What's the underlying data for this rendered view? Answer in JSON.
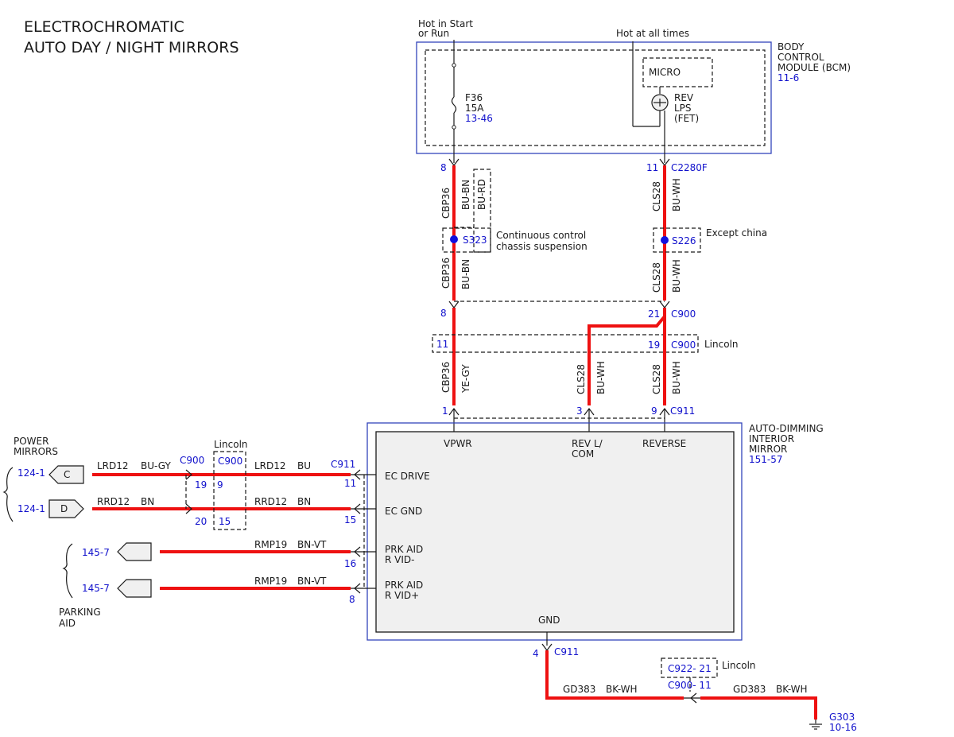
{
  "title": {
    "line1": "ELECTROCHROMATIC",
    "line2": "AUTO DAY / NIGHT MIRRORS"
  },
  "power": {
    "hot_start_run_1": "Hot in Start",
    "hot_start_run_2": "or Run",
    "hot_all_times": "Hot at all times"
  },
  "bcm": {
    "l1": "BODY",
    "l2": "CONTROL",
    "l3": "MODULE (BCM)",
    "ref": "11-6",
    "fuse_name": "F36",
    "fuse_amp": "15A",
    "fuse_ref": "13-46",
    "micro": "MICRO",
    "rev1": "REV",
    "rev2": "LPS",
    "rev3": "(FET)"
  },
  "left_circuit": {
    "pin_bcm": "8",
    "circuit": "CBP36",
    "color_bn": "BU-BN",
    "color_rd": "BU-RD",
    "splice": "S323",
    "splice_note_1": "Continuous control",
    "splice_note_2": "chassis suspension",
    "pin_c900": "8",
    "pin_lincoln": "11",
    "color_gy": "YE-GY",
    "pin_mirror": "1"
  },
  "right_circuit": {
    "pin_bcm": "11",
    "connector_bcm": "C2280F",
    "circuit": "CLS28",
    "color": "BU-WH",
    "splice": "S226",
    "splice_note": "Except china",
    "pin_c900": "21",
    "connector_c900": "C900",
    "pin_lincoln": "19",
    "connector_lincoln": "C900",
    "lincoln_note": "Lincoln",
    "pin_mirror": "9",
    "connector_mirror": "C911"
  },
  "middle_circuit": {
    "circuit": "CLS28",
    "color": "BU-WH",
    "pin_mirror": "3"
  },
  "mirror": {
    "l1": "AUTO-DIMMING",
    "l2": "INTERIOR",
    "l3": "MIRROR",
    "ref": "151-57",
    "vpwr": "VPWR",
    "revl_1": "REV L/",
    "revl_2": "COM",
    "reverse": "REVERSE",
    "ec_drive": "EC DRIVE",
    "ec_gnd": "EC GND",
    "prk1_1": "PRK AID",
    "prk1_2": "R VID-",
    "prk2_1": "PRK AID",
    "prk2_2": "R VID+",
    "gnd": "GND"
  },
  "power_mirrors": {
    "title_1": "POWER",
    "title_2": "MIRRORS",
    "ref_c": "124-1",
    "letter_c": "C",
    "ref_d": "124-1",
    "letter_d": "D",
    "c900": "C900",
    "c900_lincoln": "C900",
    "lincoln": "Lincoln",
    "c911": "C911",
    "w1_circuit": "LRD12",
    "w1_color": "BU-GY",
    "w1b_circuit": "LRD12",
    "w1b_color": "BU",
    "w2_circuit": "RRD12",
    "w2_color": "BN",
    "w2b_circuit": "RRD12",
    "w2b_color": "BN",
    "w1_pin_c900": "19",
    "w1_pin_lincoln": "9",
    "w1_pin_c911": "11",
    "w2_pin_c900": "20",
    "w2_pin_lincoln": "15",
    "w2_pin_c911": "15"
  },
  "parking_aid": {
    "title_1": "PARKING",
    "title_2": "AID",
    "ref_1": "145-7",
    "ref_2": "145-7",
    "w1_circuit": "RMP19",
    "w1_color": "BN-VT",
    "w1_pin": "16",
    "w2_circuit": "RMP19",
    "w2_color": "BN-VT",
    "w2_pin": "8"
  },
  "ground": {
    "pin": "4",
    "connector": "C911",
    "c922": "C922- 21",
    "lincoln": "Lincoln",
    "c900": "C900- 11",
    "w1_circuit": "GD383",
    "w1_color": "BK-WH",
    "w2_circuit": "GD383",
    "w2_color": "BK-WH",
    "g": "G303",
    "g_ref": "10-16"
  }
}
